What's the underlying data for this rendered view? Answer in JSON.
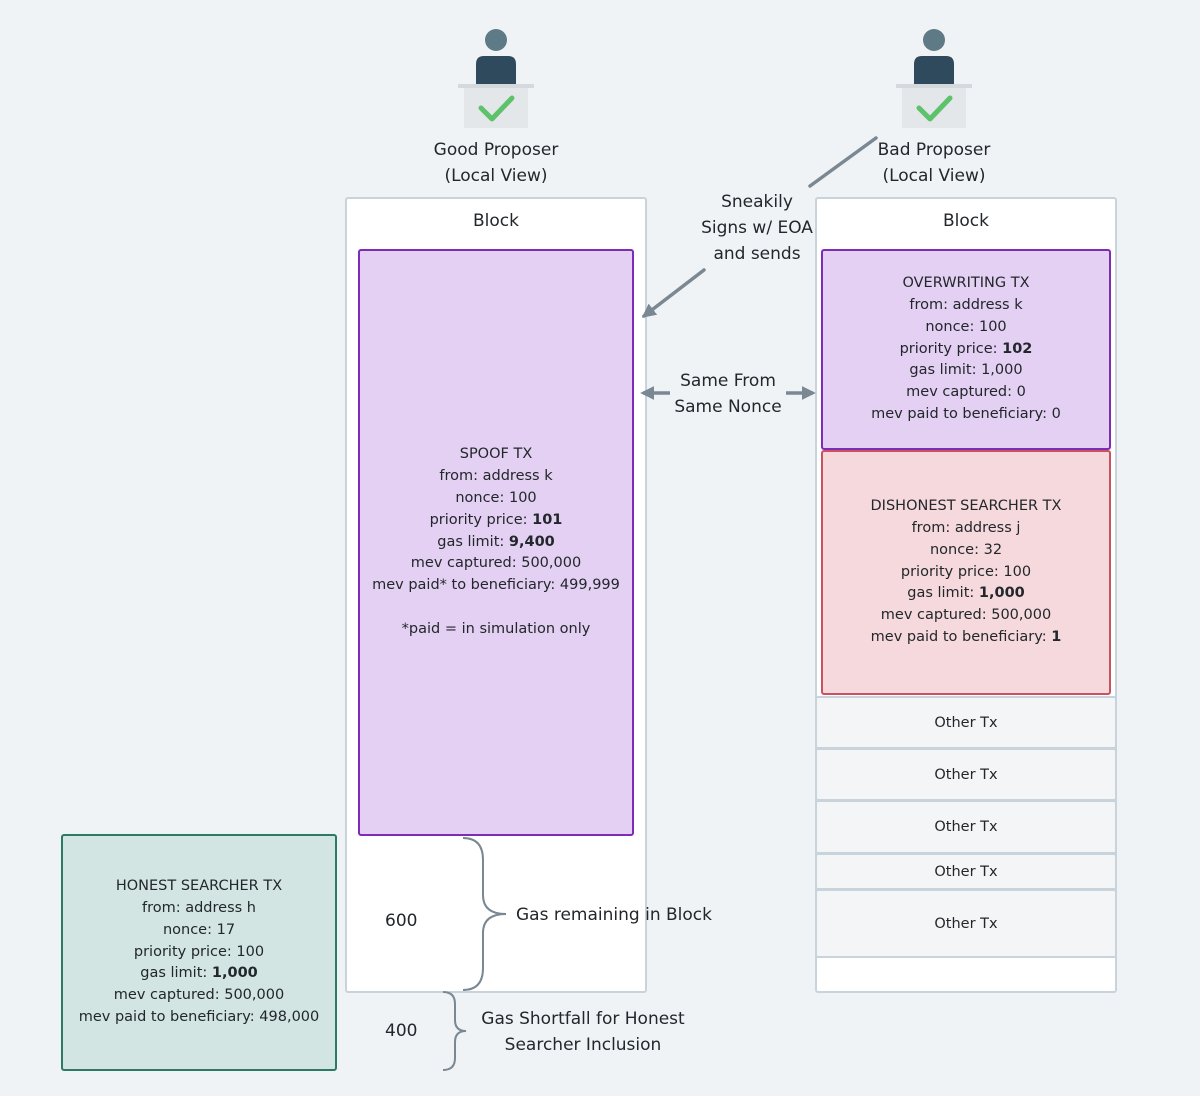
{
  "good_proposer": {
    "label_line1": "Good Proposer",
    "label_line2": "(Local View)",
    "block_title": "Block",
    "spoof_tx": {
      "title": "SPOOF TX",
      "from": "from: address k",
      "nonce": "nonce: 100",
      "priority_label": "priority price: ",
      "priority_value": "101",
      "gas_label": "gas limit: ",
      "gas_value": "9,400",
      "mev_captured": "mev captured: 500,000",
      "mev_paid": "mev paid* to beneficiary: 499,999",
      "footnote": "*paid = in simulation only"
    },
    "gas_remaining_value": "600",
    "gas_remaining_label": "Gas remaining in Block",
    "gas_shortfall_value": "400",
    "gas_shortfall_line1": "Gas Shortfall for Honest",
    "gas_shortfall_line2": "Searcher Inclusion"
  },
  "bad_proposer": {
    "label_line1": "Bad Proposer",
    "label_line2": "(Local View)",
    "block_title": "Block",
    "overwriting_tx": {
      "title": "OVERWRITING TX",
      "from": "from: address k",
      "nonce": "nonce: 100",
      "priority_label": "priority price: ",
      "priority_value": "102",
      "gas": "gas limit: 1,000",
      "mev_captured": "mev captured: 0",
      "mev_paid": "mev paid to beneficiary: 0"
    },
    "dishonest_tx": {
      "title": "DISHONEST SEARCHER TX",
      "from": "from: address j",
      "nonce": "nonce: 32",
      "priority": "priority price: 100",
      "gas_label": "gas limit: ",
      "gas_value": "1,000",
      "mev_captured": "mev captured: 500,000",
      "mev_paid_label": "mev paid to beneficiary: ",
      "mev_paid_value": "1"
    },
    "other_txs": [
      "Other Tx",
      "Other Tx",
      "Other Tx",
      "Other Tx",
      "Other Tx"
    ]
  },
  "honest_tx": {
    "title": "HONEST SEARCHER TX",
    "from": "from: address h",
    "nonce": "nonce: 17",
    "priority": "priority price: 100",
    "gas_label": "gas limit: ",
    "gas_value": "1,000",
    "mev_captured": "mev captured: 500,000",
    "mev_paid": "mev paid to beneficiary: 498,000"
  },
  "annotations": {
    "sneaky_line1": "Sneakily",
    "sneaky_line2": "Signs w/ EOA",
    "sneaky_line3": "and sends",
    "same_line1": "Same From",
    "same_line2": "Same Nonce"
  },
  "colors": {
    "purple_fill": "#e3d0f3",
    "purple_border": "#7d2bb8",
    "red_fill": "#f6d9dd",
    "red_border": "#c8525e",
    "green_fill": "#d2e5e2",
    "green_border": "#2d7a63",
    "check_green": "#5ec26a",
    "person_dark": "#2f4a5c",
    "arrow": "#7a8893"
  }
}
